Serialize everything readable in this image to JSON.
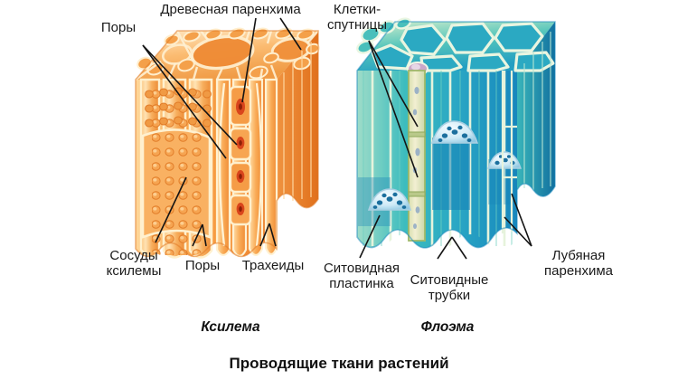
{
  "figure": {
    "title": "Проводящие ткани растений",
    "panels": [
      {
        "id": "xylem",
        "caption": "Ксилема",
        "accent": "#f08a33"
      },
      {
        "id": "phloem",
        "caption": "Флоэма",
        "accent": "#1f9fb5"
      }
    ]
  },
  "labels": {
    "pory_top": "Поры",
    "drevesnaya": "Древесная паренхима",
    "kletki_sputnicy": "Клетки-\nспутницы",
    "sosudy": "Сосуды\nксилемы",
    "pory_bottom": "Поры",
    "traheidy": "Трахеиды",
    "sitovidnaya_pl": "Ситовидная\nпластинка",
    "sitovidnye_tr": "Ситовидные\nтрубки",
    "lubyanaya": "Лубяная\nпаренхима"
  },
  "colors": {
    "xylem_light": "#ffe2b0",
    "xylem_mid": "#f9b05c",
    "xylem_deep": "#ef8433",
    "xylem_wall": "#fff0cf",
    "xylem_pit": "#e8792a",
    "phloem_light": "#bfe6cf",
    "phloem_mid": "#42bfc0",
    "phloem_deep": "#1b8fc0",
    "phloem_wall": "#e8f4df",
    "sieve_tube": "#e9e7c2",
    "leader": "#1a1a1a",
    "text": "#1a1a1a",
    "background": "#ffffff"
  }
}
